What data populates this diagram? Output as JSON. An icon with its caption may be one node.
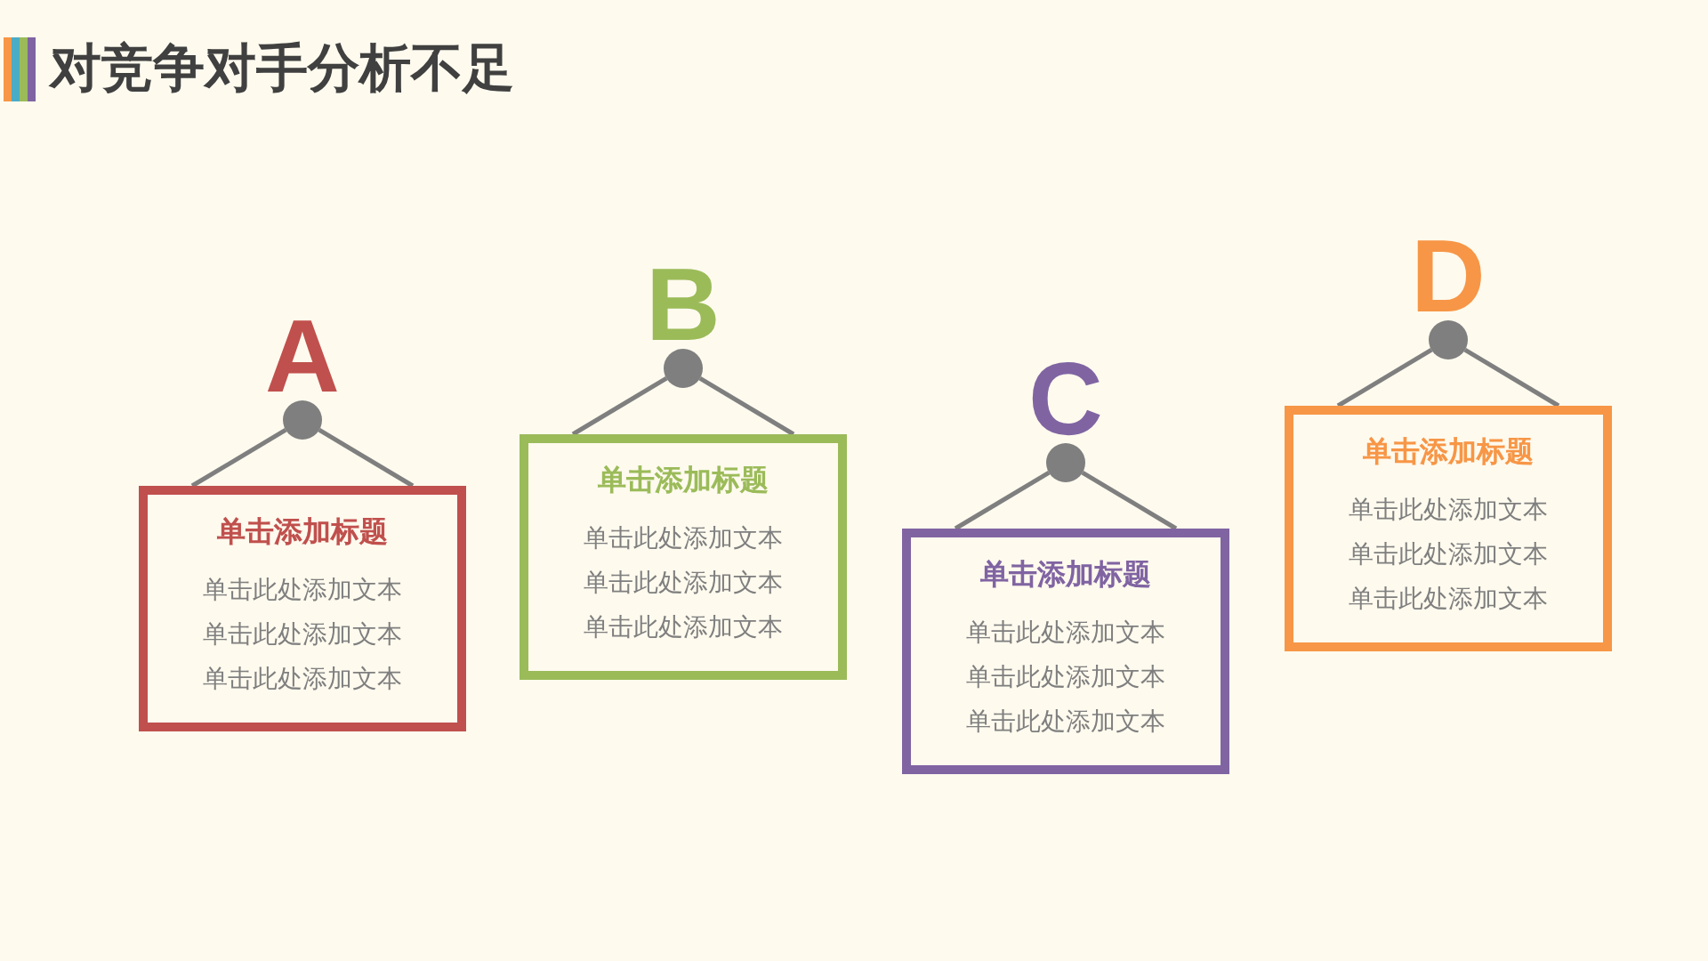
{
  "diagram": {
    "title": "对竞争对手分析不足",
    "nodes": [
      {
        "text": [],
        "shape": "circle",
        "beside": [
          "A"
        ]
      },
      {
        "text": [
          "单击添加标题",
          "单击此处添加文本",
          "单击此处添加文本",
          "单击此处添加文本"
        ]
      },
      {
        "text": [],
        "shape": "circle",
        "beside": [
          "B"
        ]
      },
      {
        "text": [
          "单击添加标题",
          "单击此处添加文本",
          "单击此处添加文本",
          "单击此处添加文本"
        ]
      },
      {
        "text": [],
        "shape": "circle",
        "beside": [
          "C"
        ]
      },
      {
        "text": [
          "单击添加标题",
          "单击此处添加文本",
          "单击此处添加文本",
          "单击此处添加文本"
        ]
      },
      {
        "text": [],
        "shape": "circle",
        "beside": [
          "D"
        ]
      },
      {
        "text": [
          "单击添加标题",
          "单击此处添加文本",
          "单击此处添加文本",
          "单击此处添加文本"
        ]
      }
    ],
    "edges": [
      {
        "from": 0,
        "to": 1,
        "arrow": "none"
      },
      {
        "from": 0,
        "to": 1,
        "arrow": "none"
      },
      {
        "from": 2,
        "to": 3,
        "arrow": "none"
      },
      {
        "from": 2,
        "to": 3,
        "arrow": "none"
      },
      {
        "from": 4,
        "to": 5,
        "arrow": "none"
      },
      {
        "from": 4,
        "to": 5,
        "arrow": "none"
      },
      {
        "from": 6,
        "to": 7,
        "arrow": "none"
      },
      {
        "from": 6,
        "to": 7,
        "arrow": "none"
      }
    ]
  }
}
